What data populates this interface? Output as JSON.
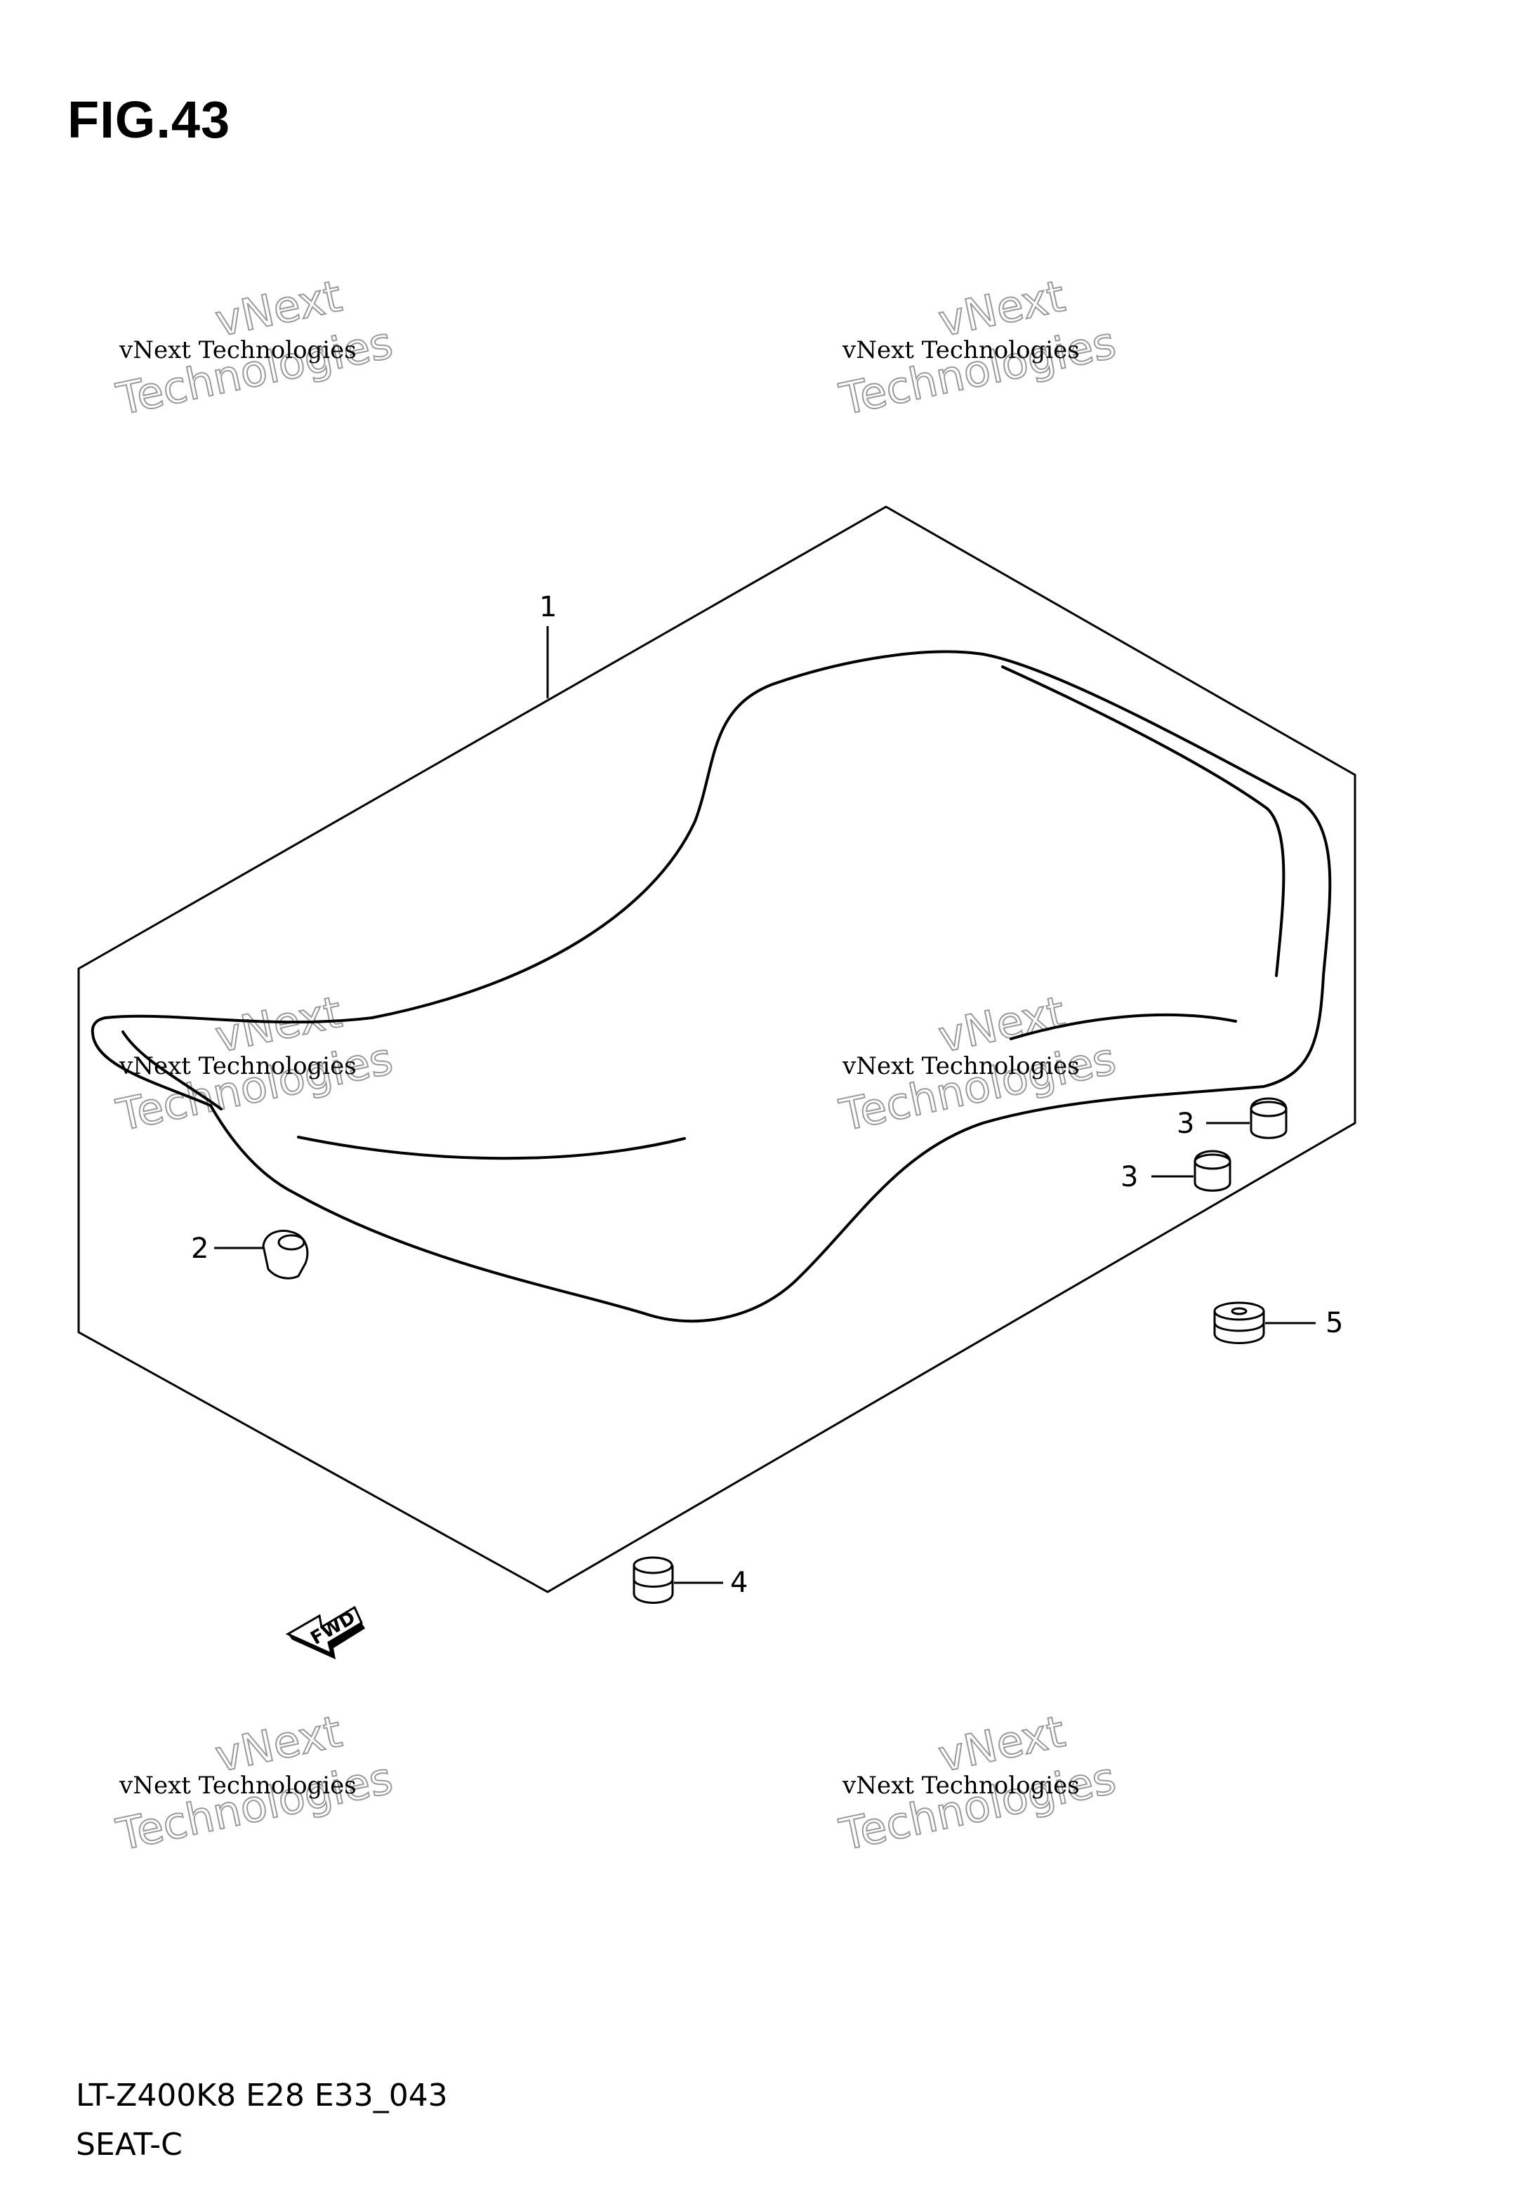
{
  "figure": {
    "title": "FIG.43",
    "model_code": "LT-Z400K8 E28 E33_043",
    "section_name": "SEAT-C"
  },
  "callouts": [
    {
      "number": "1",
      "part": "seat"
    },
    {
      "number": "2",
      "part": "grommet"
    },
    {
      "number": "3",
      "part": "cushion"
    },
    {
      "number": "3",
      "part": "cushion"
    },
    {
      "number": "4",
      "part": "cushion"
    },
    {
      "number": "5",
      "part": "cushion"
    }
  ],
  "direction_arrow": "FWD",
  "watermark": {
    "line1": "vNext Technologies",
    "line2": "vNext",
    "line3": "Technologies"
  },
  "colors": {
    "line": "#000000",
    "background": "#ffffff",
    "watermark_outline": "#9a9a9a"
  }
}
